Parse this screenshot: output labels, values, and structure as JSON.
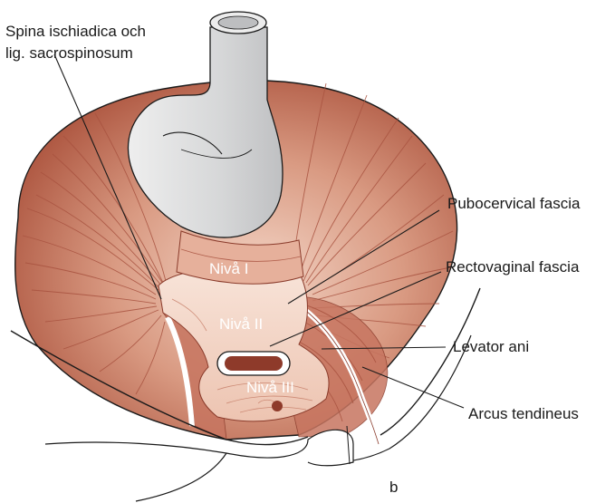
{
  "labels": {
    "spina_line1": "Spina ischiadica och",
    "spina_line2": "lig. sacrospinosum",
    "pubocervical": "Pubocervical fascia",
    "rectovaginal": "Rectovaginal fascia",
    "levator": "Levator ani",
    "arcus": "Arcus tendineus",
    "panel": "b"
  },
  "levels": {
    "level1": "Nivå I",
    "level2": "Nivå II",
    "level3": "Nivå III"
  },
  "colors": {
    "muscle_dark": "#b5614b",
    "muscle_mid": "#cf8a73",
    "muscle_light": "#efc9b8",
    "fascia": "#f6ddd0",
    "tube": "#d9dadb",
    "outline": "#1a1a1a"
  }
}
